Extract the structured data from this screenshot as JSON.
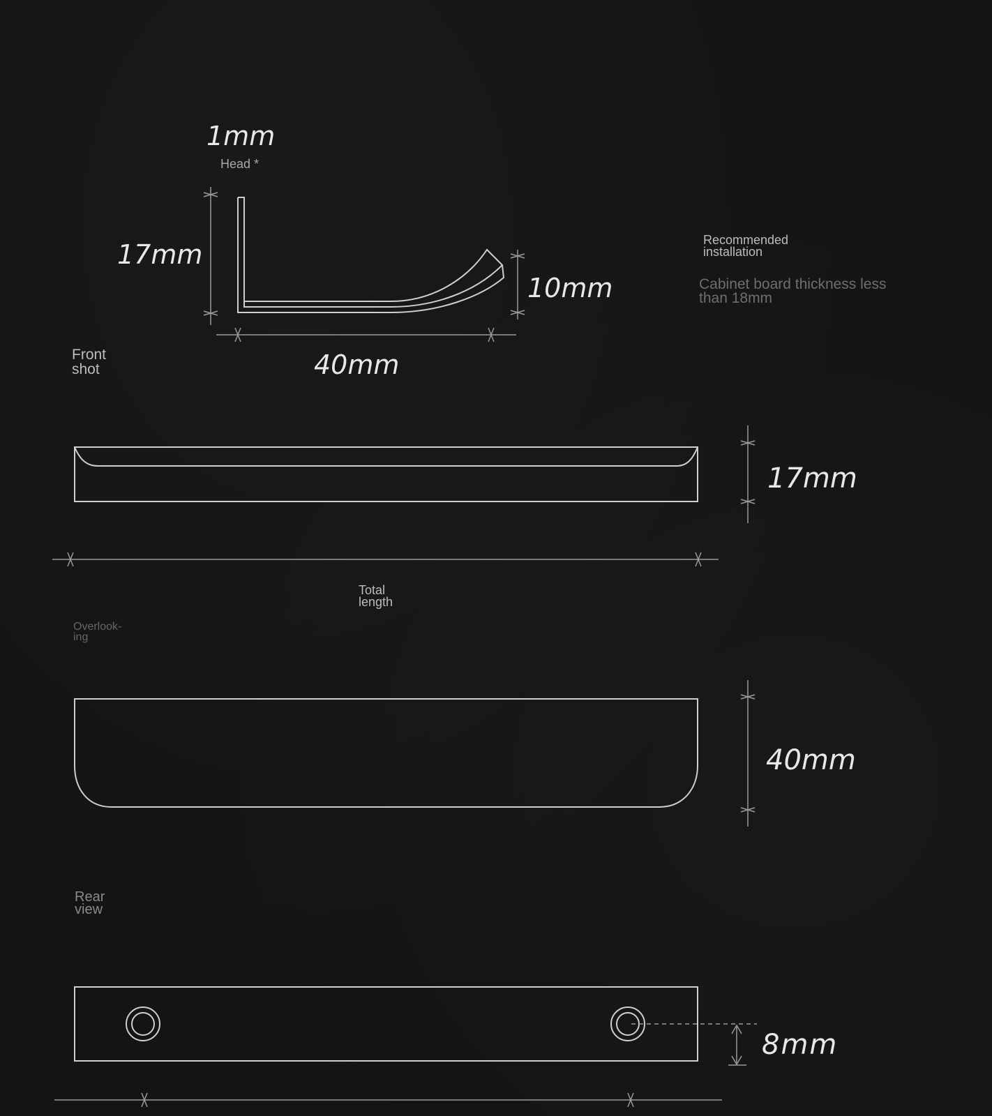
{
  "profile": {
    "head_thickness": "1mm",
    "head_label": "Head *",
    "height": "17mm",
    "lip_height": "10mm",
    "depth": "40mm"
  },
  "installation": {
    "title": "Recommended\ninstallation",
    "note": "Cabinet board thickness less\nthan 18mm"
  },
  "front": {
    "label": "Front\nshot",
    "height": "17mm",
    "total_length_label": "Total\nlength"
  },
  "overlooking": {
    "label": "Overlook-\ning",
    "depth": "40mm"
  },
  "rear": {
    "label": "Rear\nview",
    "hole_offset": "8mm"
  }
}
